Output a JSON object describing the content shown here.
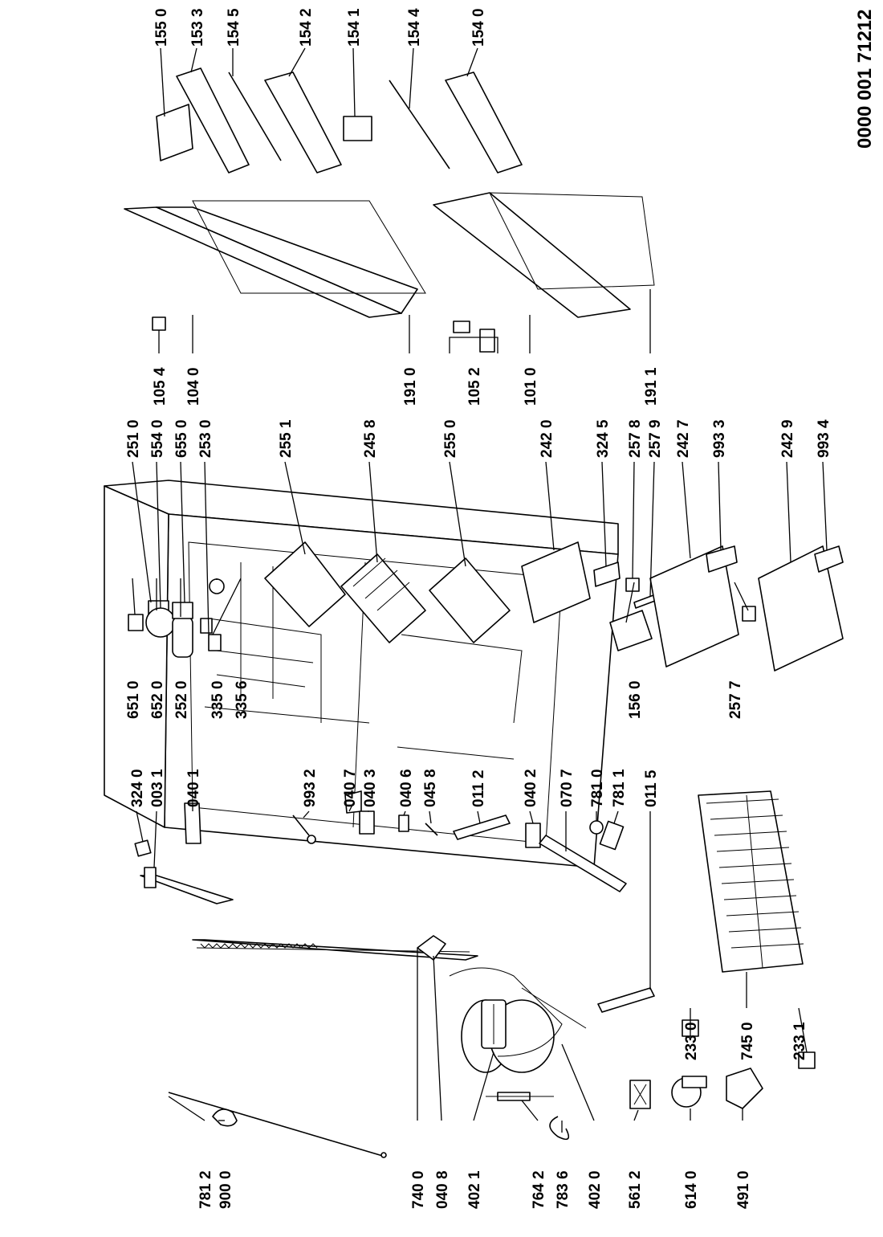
{
  "drawing_number": "0000 001 71212",
  "labels": [
    {
      "id": "l7812",
      "text": "781 2"
    },
    {
      "id": "l9000",
      "text": "900 0"
    },
    {
      "id": "l7400",
      "text": "740 0"
    },
    {
      "id": "l0408",
      "text": "040 8"
    },
    {
      "id": "l4021",
      "text": "402 1"
    },
    {
      "id": "l7642",
      "text": "764 2"
    },
    {
      "id": "l7836",
      "text": "783 6"
    },
    {
      "id": "l4020",
      "text": "402 0"
    },
    {
      "id": "l5612",
      "text": "561 2"
    },
    {
      "id": "l6140",
      "text": "614 0"
    },
    {
      "id": "l4910",
      "text": "491 0"
    },
    {
      "id": "l2330",
      "text": "233 0"
    },
    {
      "id": "l7450",
      "text": "745 0"
    },
    {
      "id": "l2331",
      "text": "233 1"
    },
    {
      "id": "l3240",
      "text": "324 0"
    },
    {
      "id": "l0031",
      "text": "003 1"
    },
    {
      "id": "l0401",
      "text": "040 1"
    },
    {
      "id": "l9932",
      "text": "993 2"
    },
    {
      "id": "l0407",
      "text": "040 7"
    },
    {
      "id": "l0403",
      "text": "040 3"
    },
    {
      "id": "l0406",
      "text": "040 6"
    },
    {
      "id": "l0458",
      "text": "045 8"
    },
    {
      "id": "l0112",
      "text": "011 2"
    },
    {
      "id": "l0402",
      "text": "040 2"
    },
    {
      "id": "l0707",
      "text": "070 7"
    },
    {
      "id": "l7810",
      "text": "781 0"
    },
    {
      "id": "l7811",
      "text": "781 1"
    },
    {
      "id": "l0115",
      "text": "011 5"
    },
    {
      "id": "l6510",
      "text": "651 0"
    },
    {
      "id": "l6520",
      "text": "652 0"
    },
    {
      "id": "l2520",
      "text": "252 0"
    },
    {
      "id": "l3350",
      "text": "335 0"
    },
    {
      "id": "l3356",
      "text": "335 6"
    },
    {
      "id": "l1560",
      "text": "156 0"
    },
    {
      "id": "l2577",
      "text": "257 7"
    },
    {
      "id": "l2510",
      "text": "251 0"
    },
    {
      "id": "l5540",
      "text": "554 0"
    },
    {
      "id": "l6550",
      "text": "655 0"
    },
    {
      "id": "l2530",
      "text": "253 0"
    },
    {
      "id": "l2551",
      "text": "255 1"
    },
    {
      "id": "l2458",
      "text": "245 8"
    },
    {
      "id": "l2550",
      "text": "255 0"
    },
    {
      "id": "l2420",
      "text": "242 0"
    },
    {
      "id": "l3245",
      "text": "324 5"
    },
    {
      "id": "l2578",
      "text": "257 8"
    },
    {
      "id": "l2579",
      "text": "257 9"
    },
    {
      "id": "l2427",
      "text": "242 7"
    },
    {
      "id": "l9933",
      "text": "993 3"
    },
    {
      "id": "l2429",
      "text": "242 9"
    },
    {
      "id": "l9934",
      "text": "993 4"
    },
    {
      "id": "l1054",
      "text": "105 4"
    },
    {
      "id": "l1040",
      "text": "104 0"
    },
    {
      "id": "l1910",
      "text": "191 0"
    },
    {
      "id": "l1052",
      "text": "105 2"
    },
    {
      "id": "l1010",
      "text": "101 0"
    },
    {
      "id": "l1911",
      "text": "191 1"
    },
    {
      "id": "l1550",
      "text": "155 0"
    },
    {
      "id": "l1533",
      "text": "153 3"
    },
    {
      "id": "l1545",
      "text": "154 5"
    },
    {
      "id": "l1542",
      "text": "154 2"
    },
    {
      "id": "l1541",
      "text": "154 1"
    },
    {
      "id": "l1544",
      "text": "154 4"
    },
    {
      "id": "l1540",
      "text": "154 0"
    }
  ]
}
